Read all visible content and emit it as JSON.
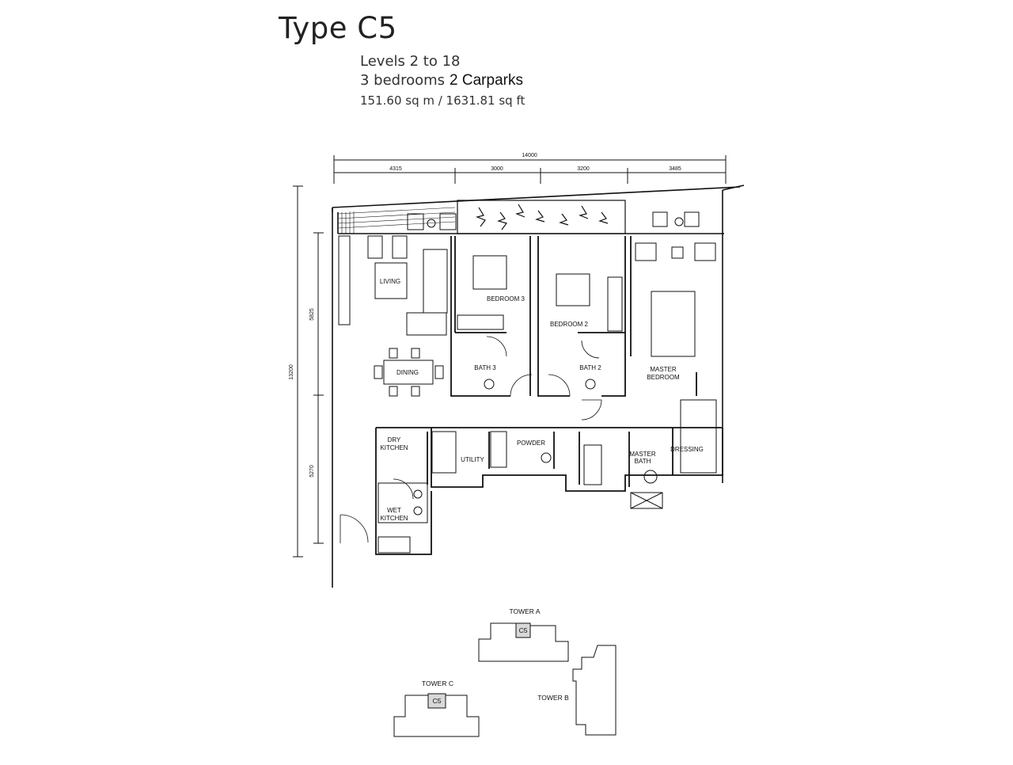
{
  "header": {
    "title": "Type C5",
    "levels": "Levels 2 to 18",
    "bedrooms": "3 bedrooms",
    "carparks": "2 Carparks",
    "area": "151.60 sq m / 1631.81 sq ft"
  },
  "dimensions": {
    "total_width": "14000",
    "segments": [
      "4315",
      "3000",
      "3200",
      "3485"
    ],
    "total_depth": "13200",
    "depth_upper": "5825",
    "depth_lower": "5270"
  },
  "rooms": {
    "living": "LIVING",
    "dining": "DINING",
    "bedroom3": "BEDROOM 3",
    "bedroom2": "BEDROOM 2",
    "bath3": "BATH 3",
    "bath2": "BATH 2",
    "master_bedroom_l1": "MASTER",
    "master_bedroom_l2": "BEDROOM",
    "dry_kitchen_l1": "DRY",
    "dry_kitchen_l2": "KITCHEN",
    "utility": "UTILITY",
    "powder": "POWDER",
    "master_bath_l1": "MASTER",
    "master_bath_l2": "BATH",
    "dressing": "DRESSING",
    "wet_kitchen_l1": "WET",
    "wet_kitchen_l2": "KITCHEN"
  },
  "keyplan": {
    "tower_a": "TOWER A",
    "tower_b": "TOWER B",
    "tower_c": "TOWER C",
    "unit_a": "C5",
    "unit_c": "C5"
  }
}
